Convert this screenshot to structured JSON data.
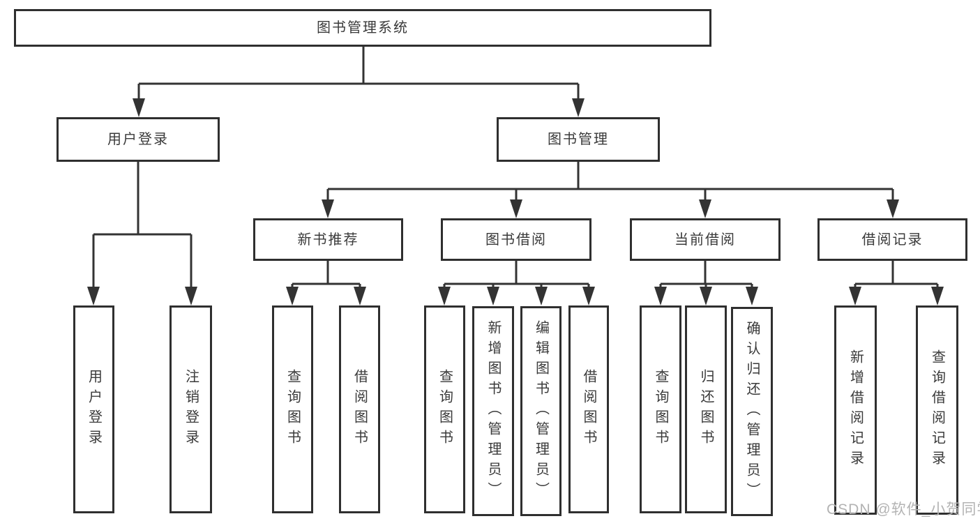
{
  "colors": {
    "line": "#333333",
    "box_border": "#2f2f2f",
    "text": "#3a3a3a",
    "watermark_text": "#b3b3b3",
    "background": "#ffffff"
  },
  "diagram": {
    "root": "图书管理系统",
    "level1": [
      "用户登录",
      "图书管理"
    ],
    "level2": [
      "新书推荐",
      "图书借阅",
      "当前借阅",
      "借阅记录"
    ],
    "leaves": {
      "user_login": [
        "用户登录",
        "注销登录"
      ],
      "new_book_recommend": [
        "查询图书",
        "借阅图书"
      ],
      "book_borrow": [
        "查询图书",
        "新增图书（管理员）",
        "编辑图书（管理员）",
        "借阅图书"
      ],
      "current_borrow": [
        "查询图书",
        "归还图书",
        "确认归还（管理员）"
      ],
      "borrow_record": [
        "新增借阅记录",
        "查询借阅记录"
      ]
    }
  },
  "watermark": "CSDN @软件_小贺同学"
}
